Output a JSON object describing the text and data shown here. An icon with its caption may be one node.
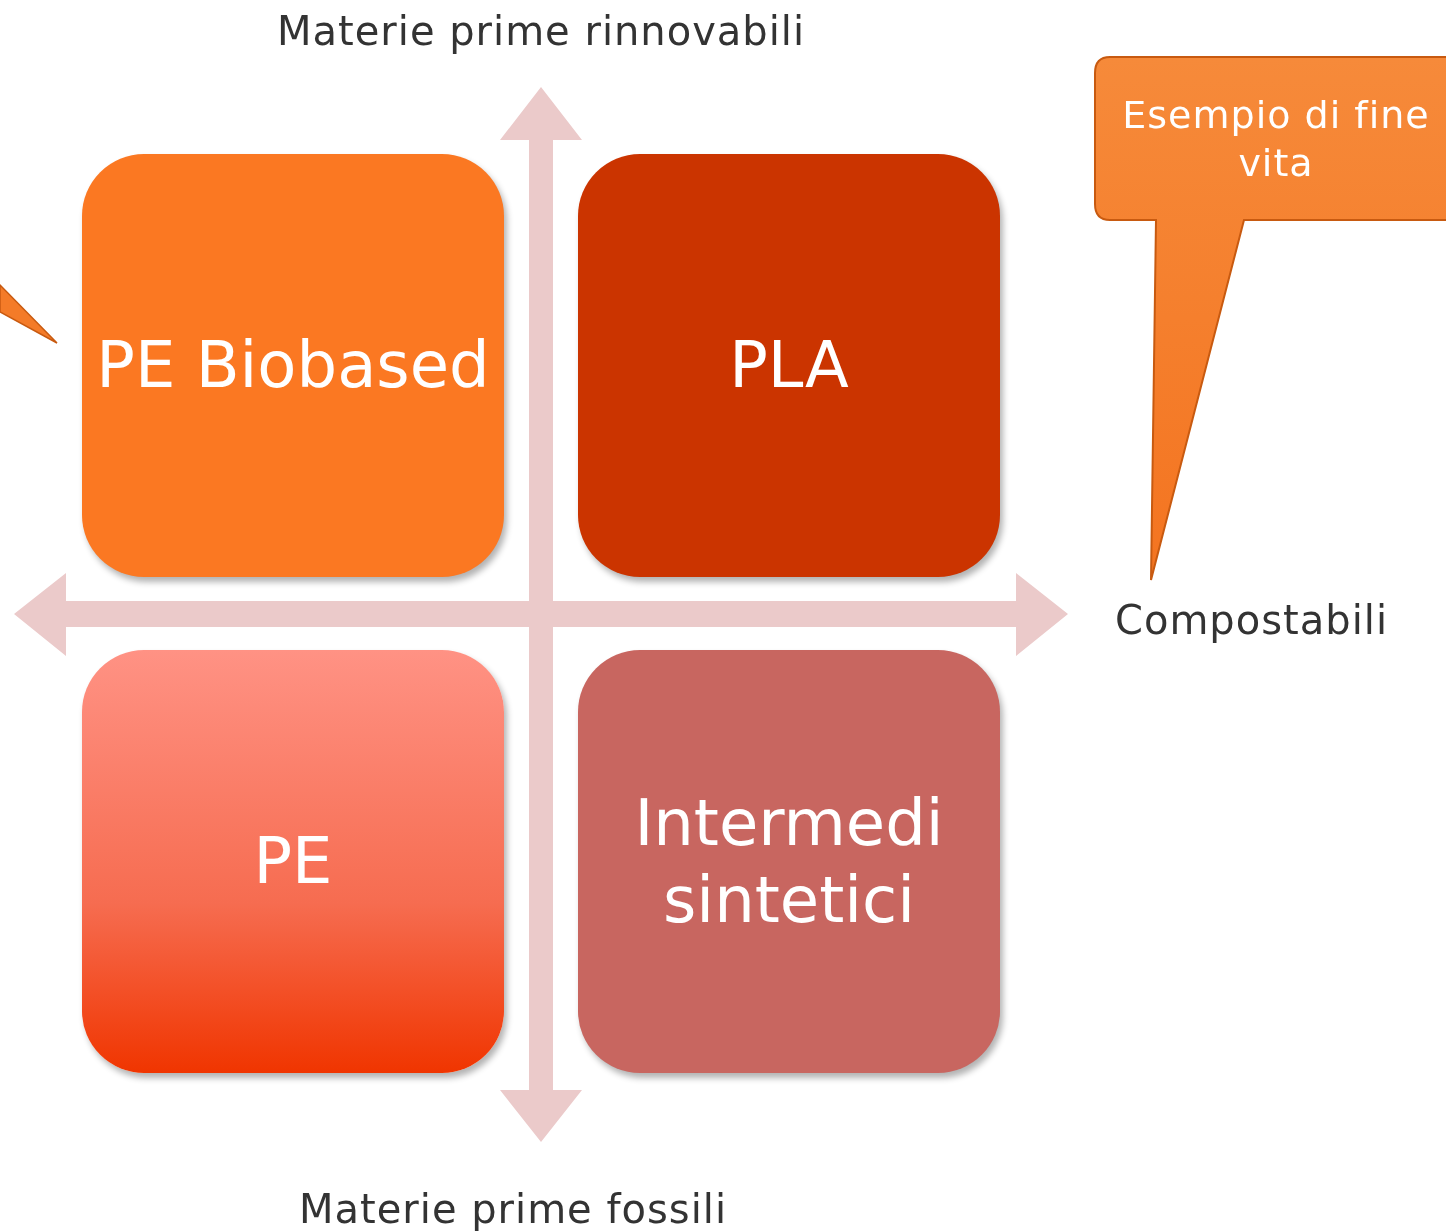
{
  "diagram": {
    "nodes": [
      {
        "text": [
          "PE Biobased"
        ]
      },
      {
        "text": [
          "PLA"
        ]
      },
      {
        "text": [
          "PE"
        ]
      },
      {
        "text": [
          "Intermedi sintetici"
        ]
      },
      {
        "text": [
          "Esempio di fine vita"
        ]
      }
    ],
    "labels": [
      "Materie prime rinnovabili",
      "Compostabili",
      "Materie prime fossili"
    ]
  }
}
